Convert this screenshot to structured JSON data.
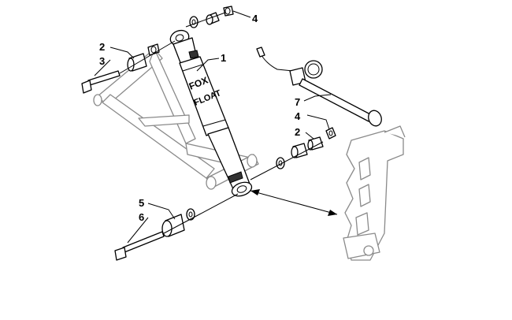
{
  "callouts": {
    "c1": "1",
    "c2a": "2",
    "c3": "3",
    "c4a": "4",
    "c7": "7",
    "c4b": "4",
    "c2b": "2",
    "c5": "5",
    "c6": "6"
  },
  "shock_logo": {
    "line1": "FOX",
    "line2": "FLOAT"
  }
}
